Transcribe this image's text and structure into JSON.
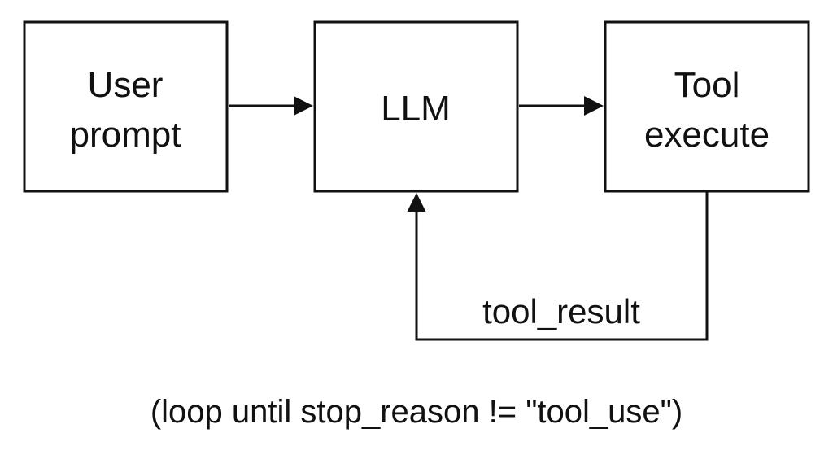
{
  "nodes": {
    "user_prompt": {
      "line1": "User",
      "line2": "prompt"
    },
    "llm": {
      "label": "LLM"
    },
    "tool_execute": {
      "line1": "Tool",
      "line2": "execute"
    }
  },
  "edges": {
    "loop_back": {
      "label": "tool_result"
    }
  },
  "caption": "(loop until stop_reason != \"tool_use\")"
}
